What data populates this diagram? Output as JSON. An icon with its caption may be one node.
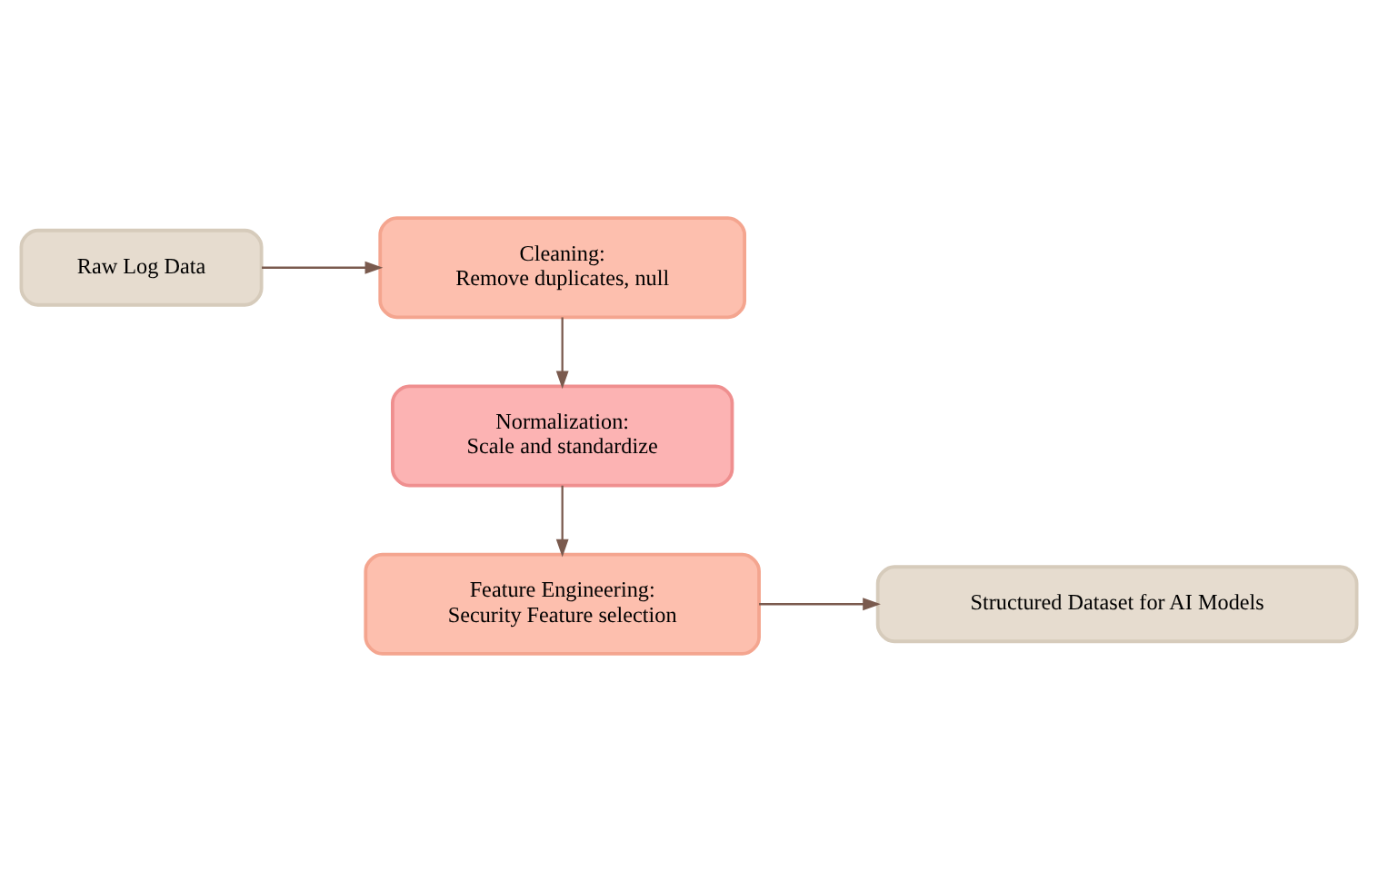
{
  "diagram": {
    "nodes": [
      {
        "text": [
          "Raw Log Data"
        ]
      },
      {
        "text": [
          "Cleaning:",
          "Remove duplicates, null"
        ]
      },
      {
        "text": [
          "Normalization:",
          "Scale and standardize"
        ]
      },
      {
        "text": [
          "Feature Engineering:",
          "Security Feature selection"
        ]
      },
      {
        "text": [
          "Structured Dataset for AI Models"
        ]
      }
    ],
    "edges": [
      {
        "from": 0,
        "to": 1,
        "arrow": "to"
      },
      {
        "from": 1,
        "to": 2,
        "arrow": "to"
      },
      {
        "from": 2,
        "to": 3,
        "arrow": "to"
      },
      {
        "from": 3,
        "to": 4,
        "arrow": "to"
      }
    ]
  }
}
